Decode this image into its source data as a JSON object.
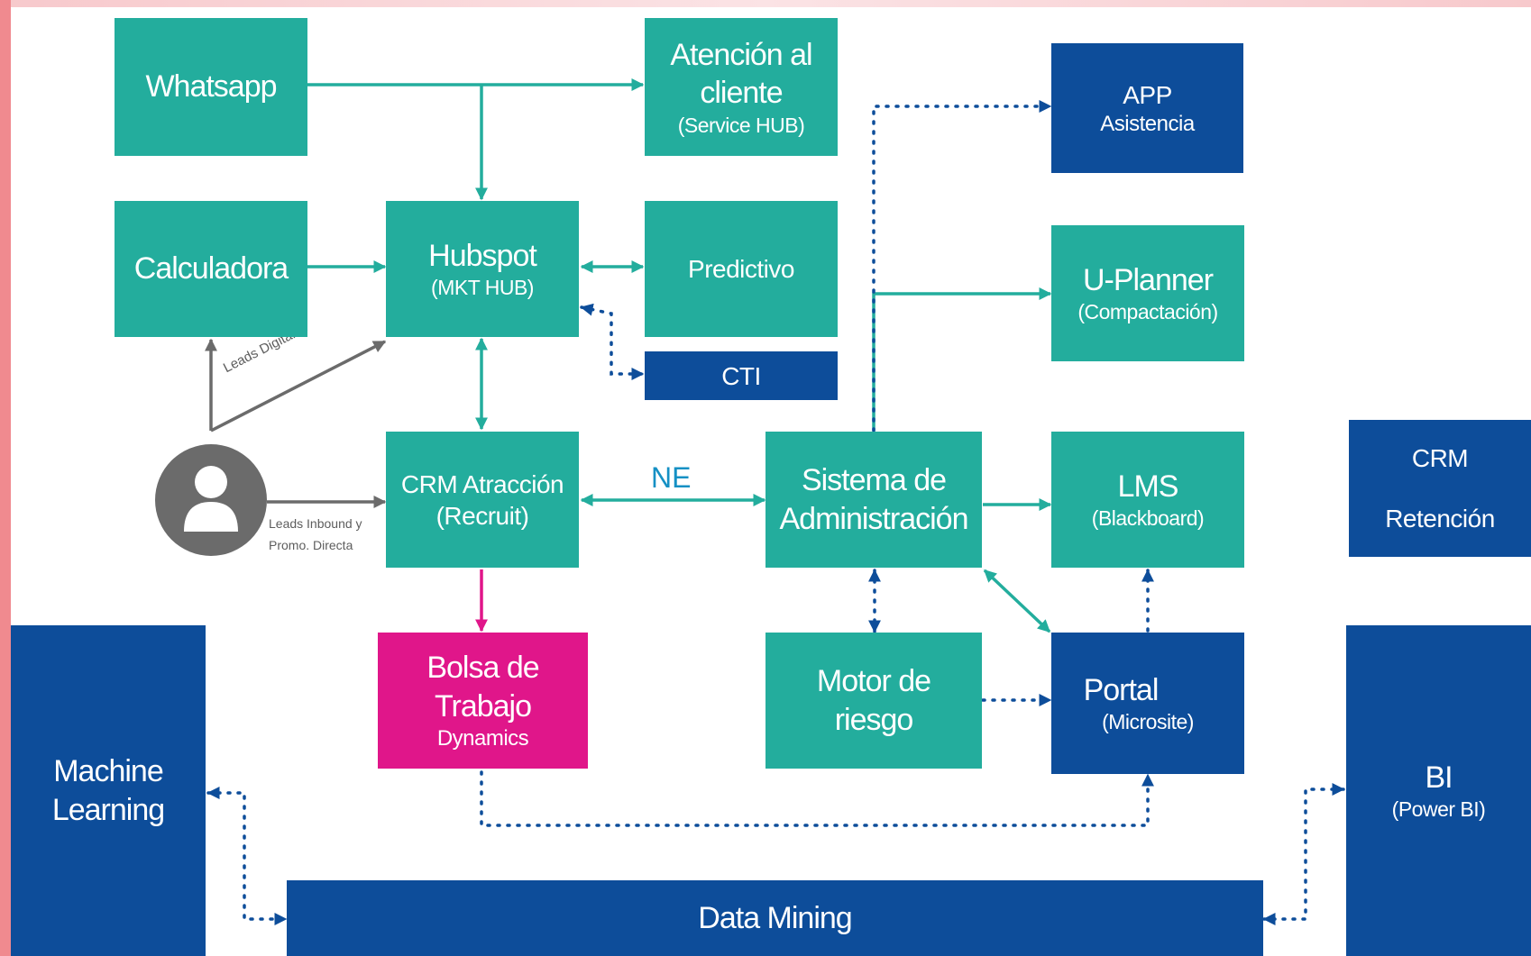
{
  "colors": {
    "teal": "#23ad9d",
    "navy": "#0d4d9a",
    "magenta": "#e0168a",
    "gray": "#6b6b6b",
    "edge": "#f08a8f"
  },
  "nodes": {
    "whatsapp": {
      "label": "Whatsapp"
    },
    "atencion": {
      "line1": "Atención al",
      "line2": "cliente",
      "sub": "(Service HUB)"
    },
    "app": {
      "line1": "APP",
      "line2": "Asistencia"
    },
    "calculadora": {
      "label": "Calculadora"
    },
    "hubspot": {
      "label": "Hubspot",
      "sub": "(MKT HUB)"
    },
    "predictivo": {
      "label": "Predictivo"
    },
    "cti": {
      "label": "CTI"
    },
    "uplanner": {
      "label": "U-Planner",
      "sub": "(Compactación)"
    },
    "crm_atraccion": {
      "label": "CRM Atracción",
      "sub": "(Recruit)"
    },
    "sistema": {
      "line1": "Sistema de",
      "line2": "Administración"
    },
    "lms": {
      "label": "LMS",
      "sub": "(Blackboard)"
    },
    "crm_retencion": {
      "line1": "CRM",
      "line2": "Retención"
    },
    "bolsa": {
      "line1": "Bolsa de",
      "line2": "Trabajo",
      "sub": "Dynamics"
    },
    "motor": {
      "line1": "Motor de",
      "line2": "riesgo"
    },
    "portal": {
      "label": "Portal",
      "sub": "(Microsite)"
    },
    "machine_learning": {
      "line1": "Machine",
      "line2": "Learning"
    },
    "bi": {
      "label": "BI",
      "sub": "(Power BI)"
    },
    "data_mining": {
      "label": "Data Mining"
    }
  },
  "edge_labels": {
    "leads_digitales": "Leads Digitales",
    "leads_inbound_1": "Leads Inbound y",
    "leads_inbound_2": "Promo. Directa",
    "ne": "NE"
  },
  "icons": {
    "user": "user-avatar-icon"
  }
}
